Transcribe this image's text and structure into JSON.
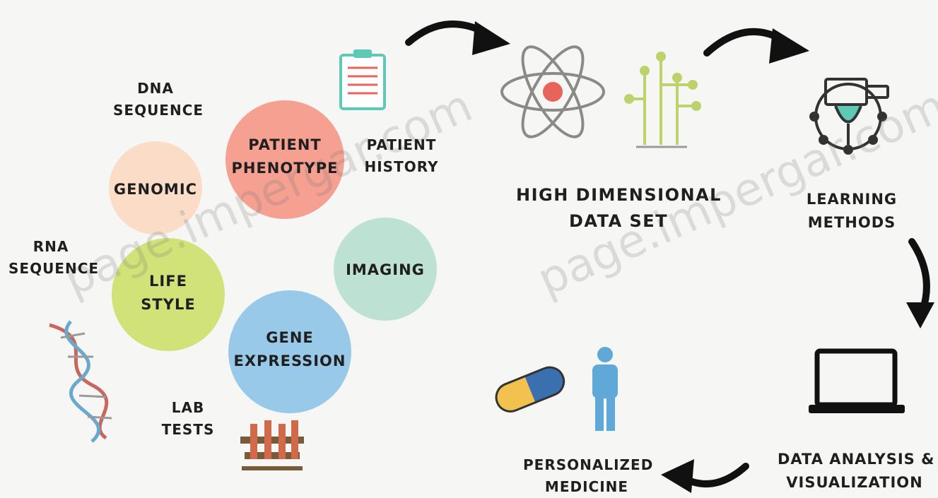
{
  "sources": {
    "dna_sequence": [
      "DNA",
      "SEQUENCE"
    ],
    "rna_sequence": [
      "RNA",
      "SEQUENCE"
    ],
    "patient_history": [
      "PATIENT",
      "HISTORY"
    ],
    "lab_tests": [
      "LAB",
      "TESTS"
    ]
  },
  "circles": {
    "genomic": {
      "label": [
        "GENOMIC"
      ],
      "color": "#fbd9c2"
    },
    "patient_phenotype": {
      "label": [
        "PATIENT",
        "PHENOTYPE"
      ],
      "color": "#f4907f"
    },
    "life_style": {
      "label": [
        "LIFE",
        "STYLE"
      ],
      "color": "#cde06a"
    },
    "imaging": {
      "label": [
        "IMAGING"
      ],
      "color": "#b7e0d0"
    },
    "gene_expression": {
      "label": [
        "GENE",
        "EXPRESSION"
      ],
      "color": "#8fc4e8"
    }
  },
  "stages": {
    "high_dimensional": [
      "HIGH DIMENSIONAL",
      "DATA SET"
    ],
    "learning_methods": [
      "LEARNING",
      "METHODS"
    ],
    "data_analysis": [
      "DATA ANALYSIS &",
      "VISUALIZATION"
    ],
    "personalized_medicine": [
      "PERSONALIZED",
      "MEDICINE"
    ]
  },
  "watermark": "page.impergar.com",
  "colors": {
    "background": "#f6f6f4",
    "text": "#1f1f1f",
    "arrow": "#111111",
    "atom_core": "#e8645a",
    "pill_blue": "#3a6fb0",
    "pill_yellow": "#f2c14e",
    "person": "#5fa8d8",
    "accent_teal": "#5fc9b5"
  }
}
